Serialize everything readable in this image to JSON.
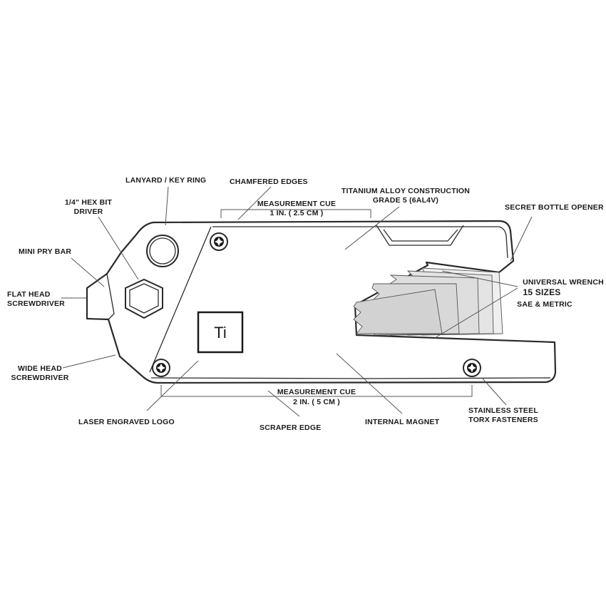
{
  "logo": {
    "text": "Ti"
  },
  "labels": {
    "lanyard": "LANYARD / KEY RING",
    "chamfered": "CHAMFERED EDGES",
    "titanium_line1": "TITANIUM ALLOY CONSTRUCTION",
    "titanium_line2": "GRADE 5 (6AL4V)",
    "hex_bit_line1": "1/4\" HEX BIT",
    "hex_bit_line2": "DRIVER",
    "measure_top_line1": "MEASUREMENT CUE",
    "measure_top_line2": "1 IN. ( 2.5 CM )",
    "bottle_opener": "SECRET BOTTLE OPENER",
    "mini_pry": "MINI PRY BAR",
    "flat_head_line1": "FLAT HEAD",
    "flat_head_line2": "SCREWDRIVER",
    "wrench_line1": "UNIVERSAL WRENCH",
    "wrench_line2": "15 SIZES",
    "wrench_line3": "SAE & METRIC",
    "wide_head_line1": "WIDE HEAD",
    "wide_head_line2": "SCREWDRIVER",
    "measure_bottom_line1": "MEASUREMENT CUE",
    "measure_bottom_line2": "2 IN. ( 5 CM )",
    "torx_line1": "STAINLESS STEEL",
    "torx_line2": "TORX FASTENERS",
    "laser_logo": "LASER ENGRAVED LOGO",
    "scraper": "SCRAPER EDGE",
    "magnet": "INTERNAL MAGNET"
  }
}
